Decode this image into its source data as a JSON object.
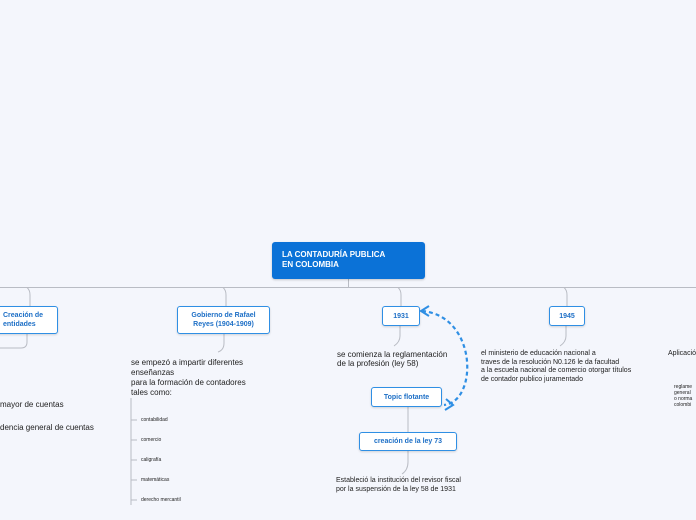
{
  "root": {
    "line1": "LA CONTADURÍA PUBLICA",
    "line2": "EN COLOMBIA"
  },
  "nodes": {
    "creacion": {
      "line1": "Creación de",
      "line2": "entidades"
    },
    "gobierno": {
      "line1": "Gobierno de Rafael",
      "line2": "Reyes (1904-1909)"
    },
    "y1931": "1931",
    "y1945": "1945",
    "floating": "Topic flotante",
    "ley73": "creación de la ley 73"
  },
  "texts": {
    "mayor": "mayor de cuentas",
    "dencia": "dencia general de cuentas",
    "ensenanzas": "se empezó a impartir diferentes\nenseñanzas\npara la formación de contadores\ntales como:",
    "reglamentacion": "se comienza la reglamentación\nde la profesión (ley 58)",
    "ministerio": "el ministerio de educación nacional a\ntraves de la resolución N0.126 le da facultad\na la escuela nacional de comercio otorgar títulos\nde contador publico juramentado",
    "aplicacion": "Aplicació",
    "reglamento": "reglame\ngeneral\no norma\ncolombi",
    "revisor": "Estableció la institución del revisor fiscal\npor la suspensión de la ley 58 de 1931"
  },
  "subjects": [
    "contabilidad",
    "comercio",
    "caligrafía",
    "matemáticas",
    "derecho mercantil"
  ],
  "colors": {
    "root": "#0b72d7",
    "node_border": "#2f8fe4",
    "connector": "#b9bcc4",
    "dashed": "#2f8fe4"
  }
}
